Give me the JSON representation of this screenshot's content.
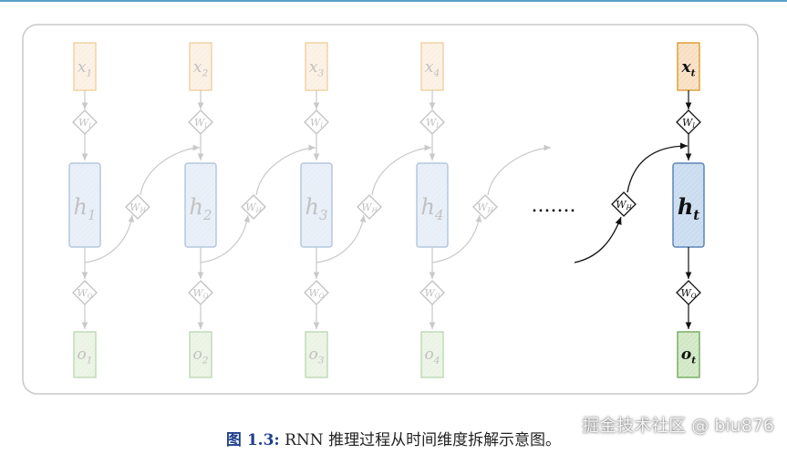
{
  "columns": [
    {
      "x": "x",
      "x_sub": "1",
      "h": "h",
      "h_sub": "1",
      "o": "o",
      "o_sub": "1",
      "highlight": false
    },
    {
      "x": "x",
      "x_sub": "2",
      "h": "h",
      "h_sub": "2",
      "o": "o",
      "o_sub": "2",
      "highlight": false
    },
    {
      "x": "x",
      "x_sub": "3",
      "h": "h",
      "h_sub": "3",
      "o": "o",
      "o_sub": "3",
      "highlight": false
    },
    {
      "x": "x",
      "x_sub": "4",
      "h": "h",
      "h_sub": "4",
      "o": "o",
      "o_sub": "4",
      "highlight": false
    },
    {
      "x": "x",
      "x_sub": "t",
      "h": "h",
      "h_sub": "t",
      "o": "o",
      "o_sub": "t",
      "highlight": true
    }
  ],
  "weights": {
    "W": "W",
    "input_sub": "I",
    "hidden_sub": "H",
    "output_sub": "O"
  },
  "ellipsis": ".......",
  "caption": {
    "label": "图 1.3:",
    "text": "RNN 推理过程从时间维度拆解示意图。"
  },
  "watermark": "掘金技术社区 @ biu876",
  "colors": {
    "input": "#fbe3c8",
    "input_stroke": "#e0a23a",
    "hidden": "#cfe0f2",
    "hidden_stroke": "#5d86b8",
    "output": "#d6ebc9",
    "output_stroke": "#7ab068",
    "faded_opacity": 0.45
  }
}
